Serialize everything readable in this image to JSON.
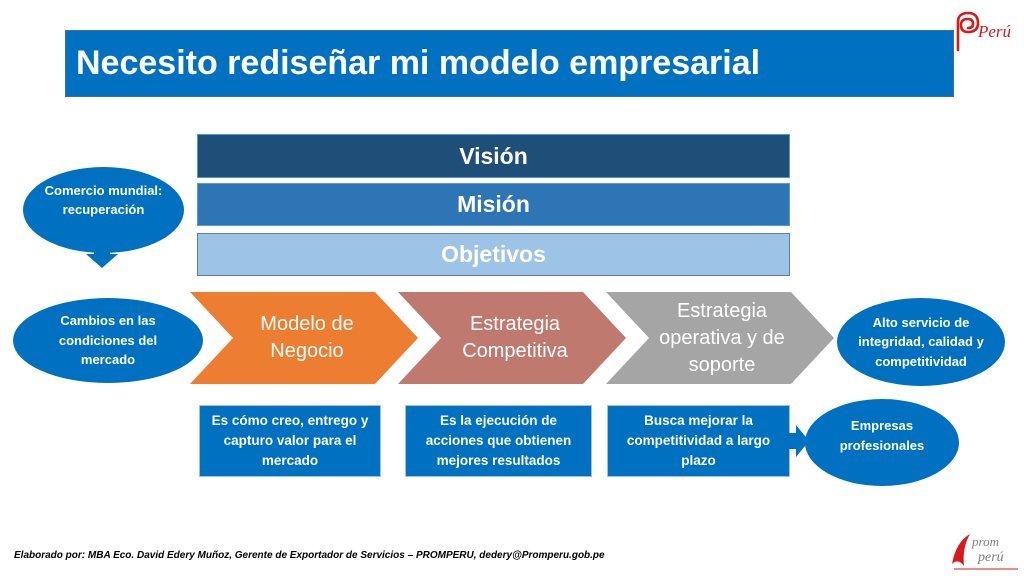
{
  "title": "Necesito rediseñar mi modelo empresarial",
  "bars": {
    "vision": "Visión",
    "mision": "Misión",
    "objetivos": "Objetivos"
  },
  "ellipses": {
    "comercio": "Comercio mundial: recuperación",
    "cambios": "Cambios en las condiciones del mercado",
    "alto_servicio": "Alto servicio de integridad, calidad y competitividad",
    "empresas": "Empresas profesionales"
  },
  "chevrons": [
    {
      "label": "Modelo de Negocio",
      "color": "#ed7d31"
    },
    {
      "label": "Estrategia Competitiva",
      "color": "#c0796e"
    },
    {
      "label": "Estrategia operativa y de soporte",
      "color": "#a5a5a5"
    }
  ],
  "boxes": [
    "Es cómo creo, entrego y capturo valor para el mercado",
    "Es la ejecución de acciones  que obtienen mejores resultados",
    "Busca mejorar la competitividad a largo plazo"
  ],
  "footer": "Elaborado por: MBA Eco. David Edery Muñoz, Gerente de Exportador de Servicios – PROMPERU, dedery@Promperu.gob.pe",
  "logos": {
    "peru": "Perú",
    "promperu_top": "prom",
    "promperu_bottom": "perú"
  },
  "colors": {
    "accent_blue": "#0070c0",
    "dark_blue": "#1f4e79",
    "mid_blue": "#2e75b6",
    "light_blue": "#9dc3e6",
    "logo_red": "#d7191c"
  }
}
